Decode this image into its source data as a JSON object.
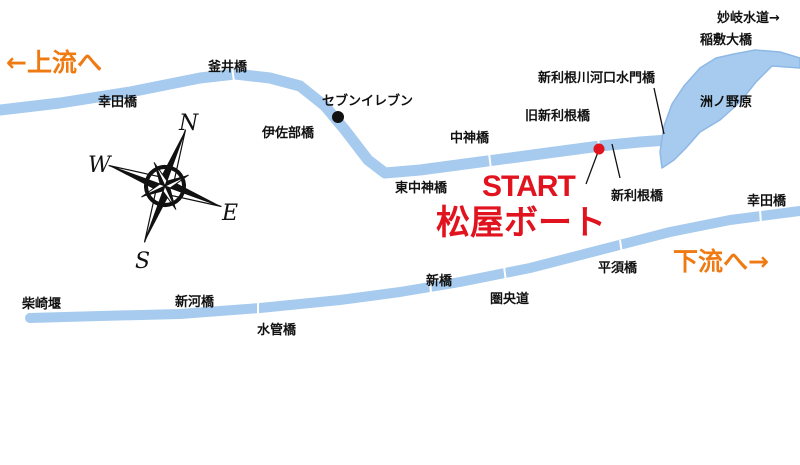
{
  "directions": {
    "upstream": "←上流へ",
    "downstream": "下流へ→",
    "to_myogi": "妙岐水道→"
  },
  "start": {
    "label": "START",
    "name": "松屋ボート"
  },
  "labels": {
    "kamai": "釜井橋",
    "koda_upper": "幸田橋",
    "seven_eleven": "セブンイレブン",
    "isabe": "伊佐部橋",
    "nakagami": "中神橋",
    "higashi_nakagami": "東中神橋",
    "kyu_shintone": "旧新利根橋",
    "shintone_bridge": "新利根橋",
    "kakou_suimon": "新利根川河口水門橋",
    "inashiki": "稲敷大橋",
    "sunoya": "洲ノ野原",
    "koda_lower": "幸田橋",
    "hirasu": "平須橋",
    "ken_o": "圏央道",
    "shin": "新橋",
    "shinkawa": "新河橋",
    "suikan": "水管橋",
    "shibasaki": "柴崎堰"
  },
  "compass": {
    "n": "N",
    "s": "S",
    "e": "E",
    "w": "W"
  },
  "colors": {
    "water": "#a7cbee",
    "water_edge": "#8db8e6",
    "direction_text": "#ef7a12",
    "start_text": "#e1131e",
    "marker_red": "#e1131e",
    "marker_black": "#111111"
  },
  "icons": {
    "start_marker": "red-dot-icon",
    "store_marker": "black-dot-icon",
    "compass": "compass-rose-icon"
  }
}
